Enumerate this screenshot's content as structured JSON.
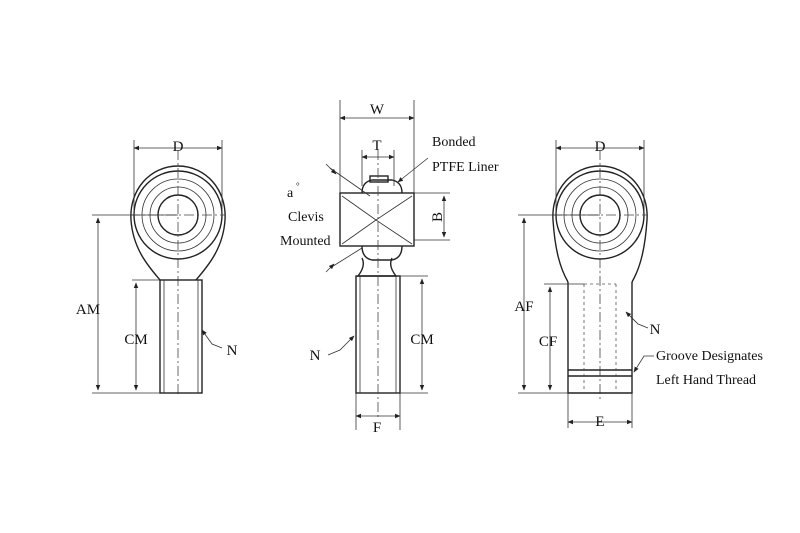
{
  "labels": {
    "left_d": "D",
    "left_am": "AM",
    "left_cm": "CM",
    "left_n": "N",
    "mid_w": "W",
    "mid_t": "T",
    "mid_bonded": "Bonded",
    "mid_ptfe": "PTFE Liner",
    "mid_a": "a",
    "mid_a_deg": "°",
    "mid_clevis": "Clevis",
    "mid_mounted": "Mounted",
    "mid_b": "B",
    "mid_n": "N",
    "mid_cm": "CM",
    "mid_f": "F",
    "right_d": "D",
    "right_af": "AF",
    "right_cf": "CF",
    "right_n": "N",
    "right_groove1": "Groove Designates",
    "right_groove2": "Left Hand Thread",
    "right_e": "E"
  },
  "colors": {
    "line": "#222222",
    "background": "#ffffff"
  }
}
